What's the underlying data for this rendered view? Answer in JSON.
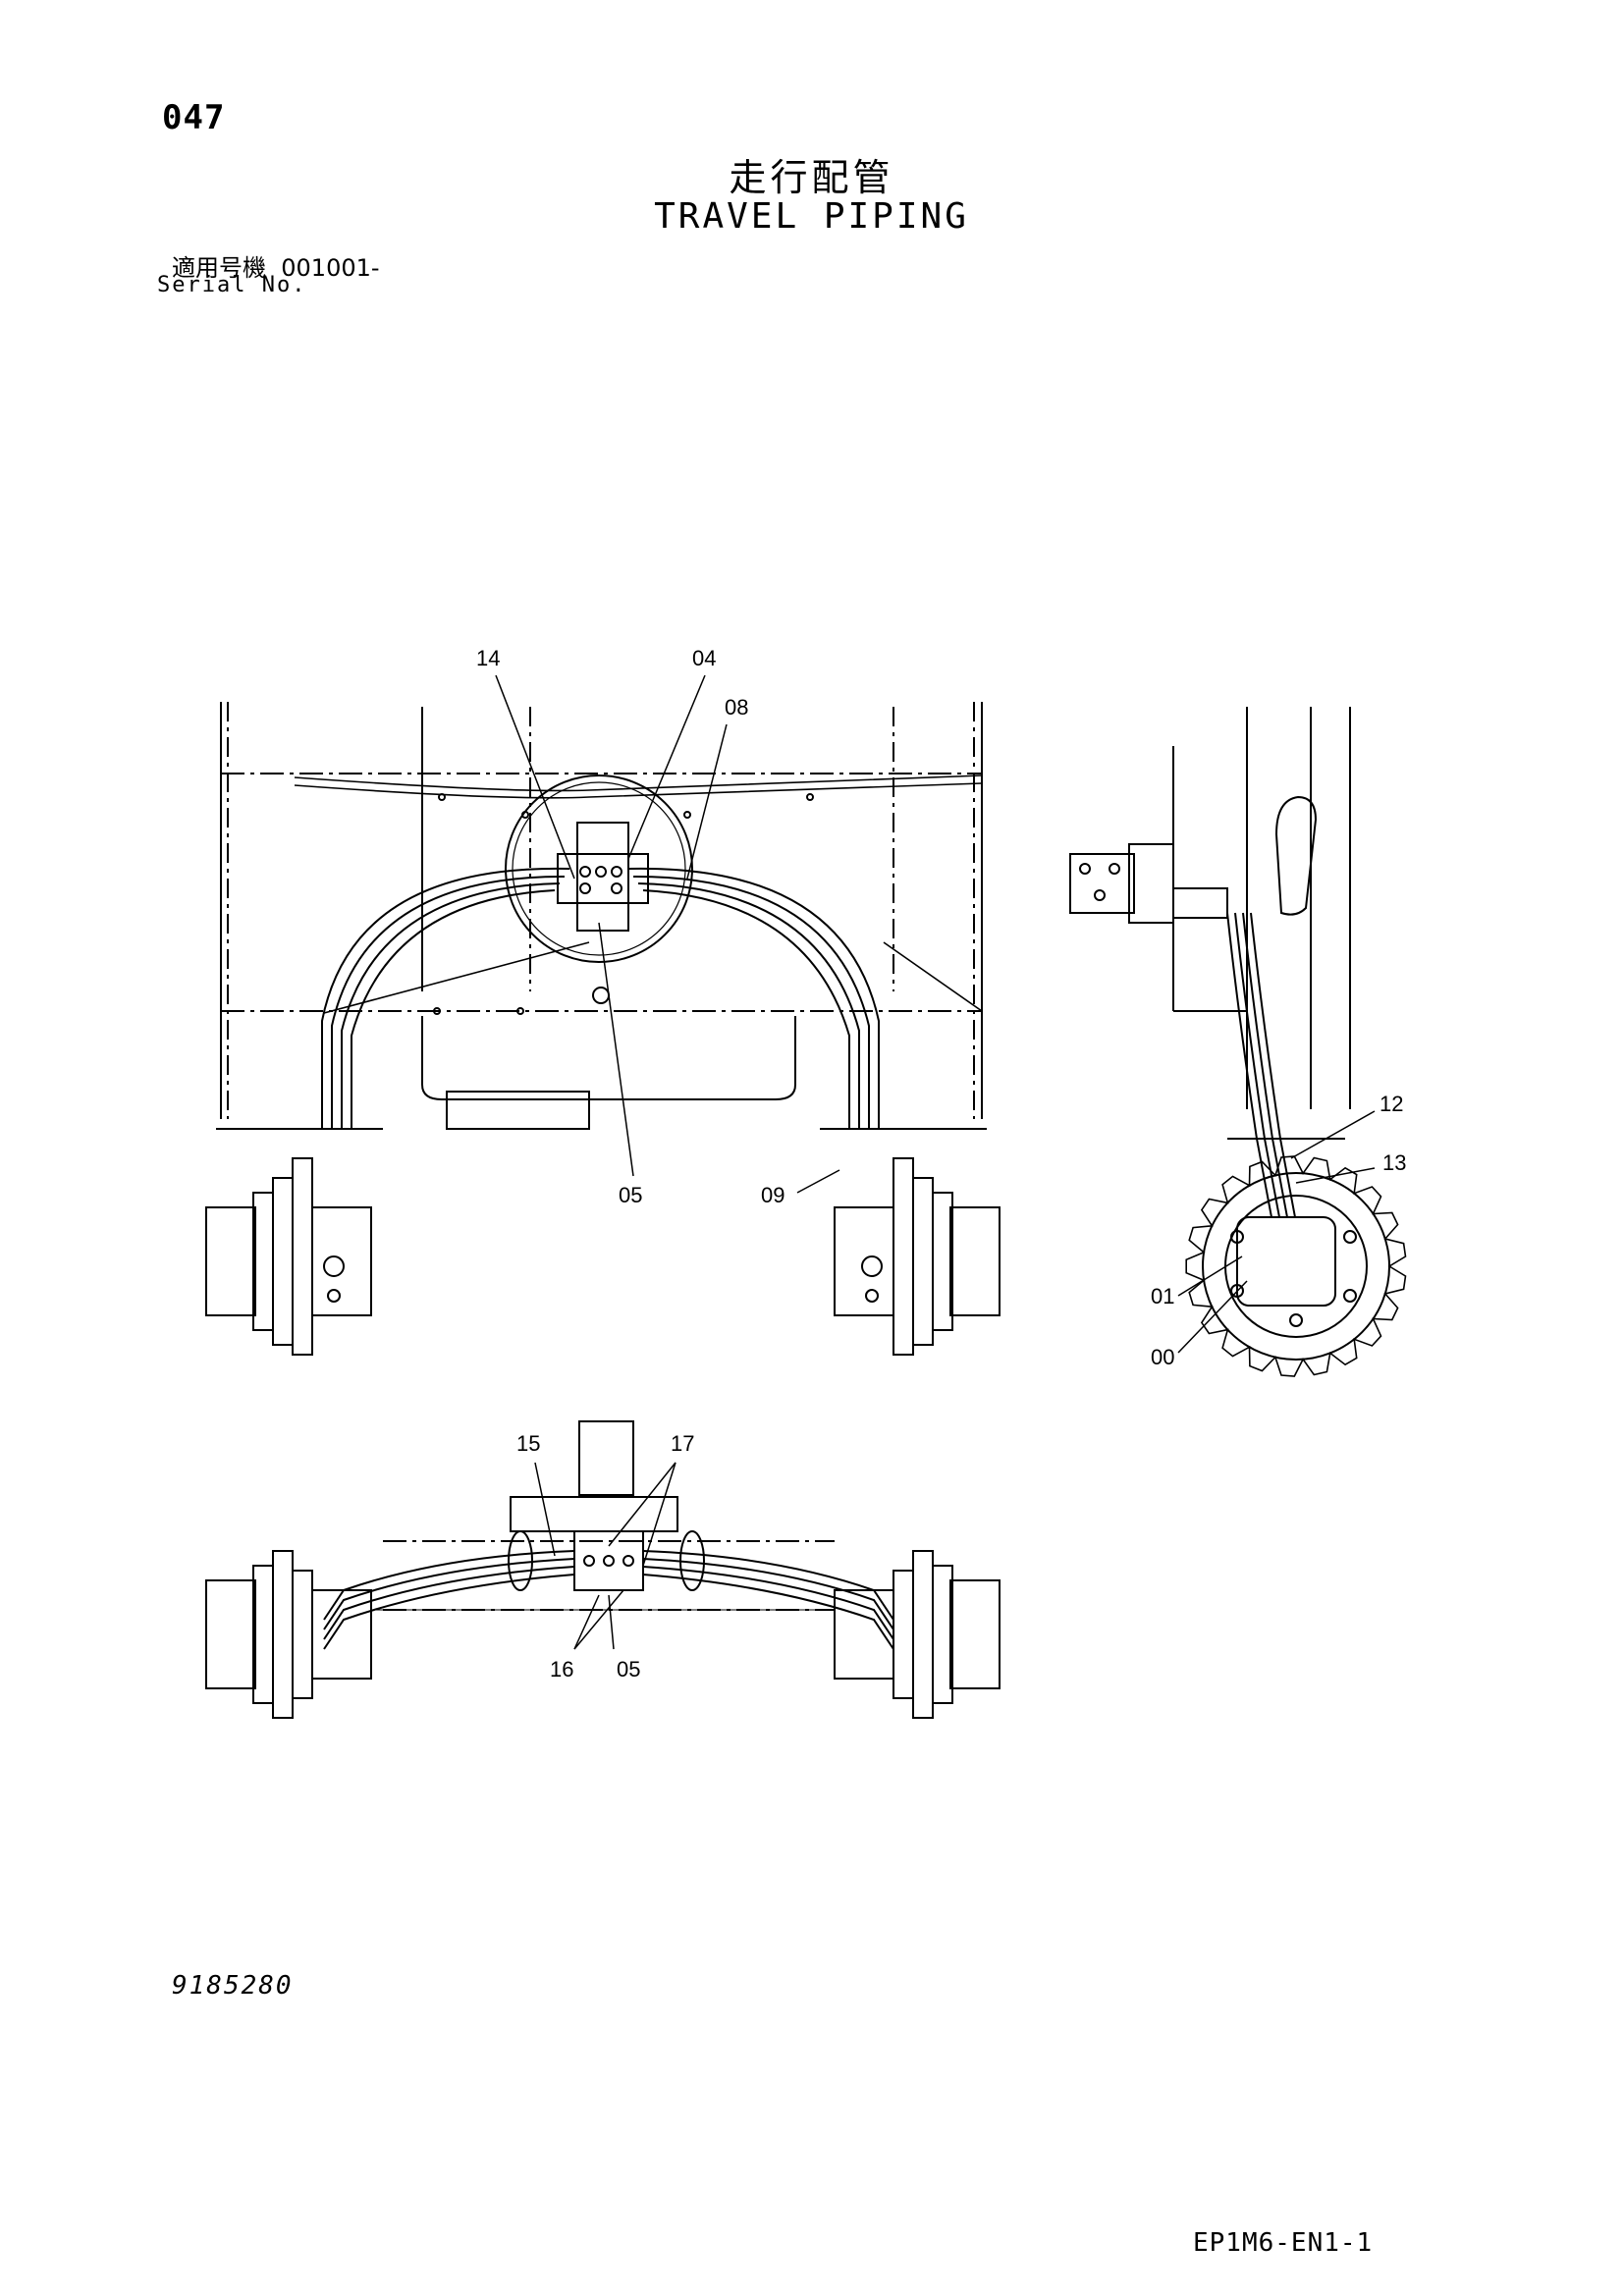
{
  "page": {
    "number": "047",
    "title_jp": "走行配管",
    "title_en": "TRAVEL PIPING",
    "serial_jp": "適用号機  001001-",
    "serial_en": "Serial No.",
    "drawing_number": "9185280",
    "doc_code": "EP1M6-EN1-1"
  },
  "callouts": {
    "c14": "14",
    "c04": "04",
    "c08": "08",
    "c05_top": "05",
    "c09": "09",
    "c12": "12",
    "c13": "13",
    "c01": "01",
    "c00": "00",
    "c15": "15",
    "c17": "17",
    "c16": "16",
    "c05_bottom": "05"
  }
}
